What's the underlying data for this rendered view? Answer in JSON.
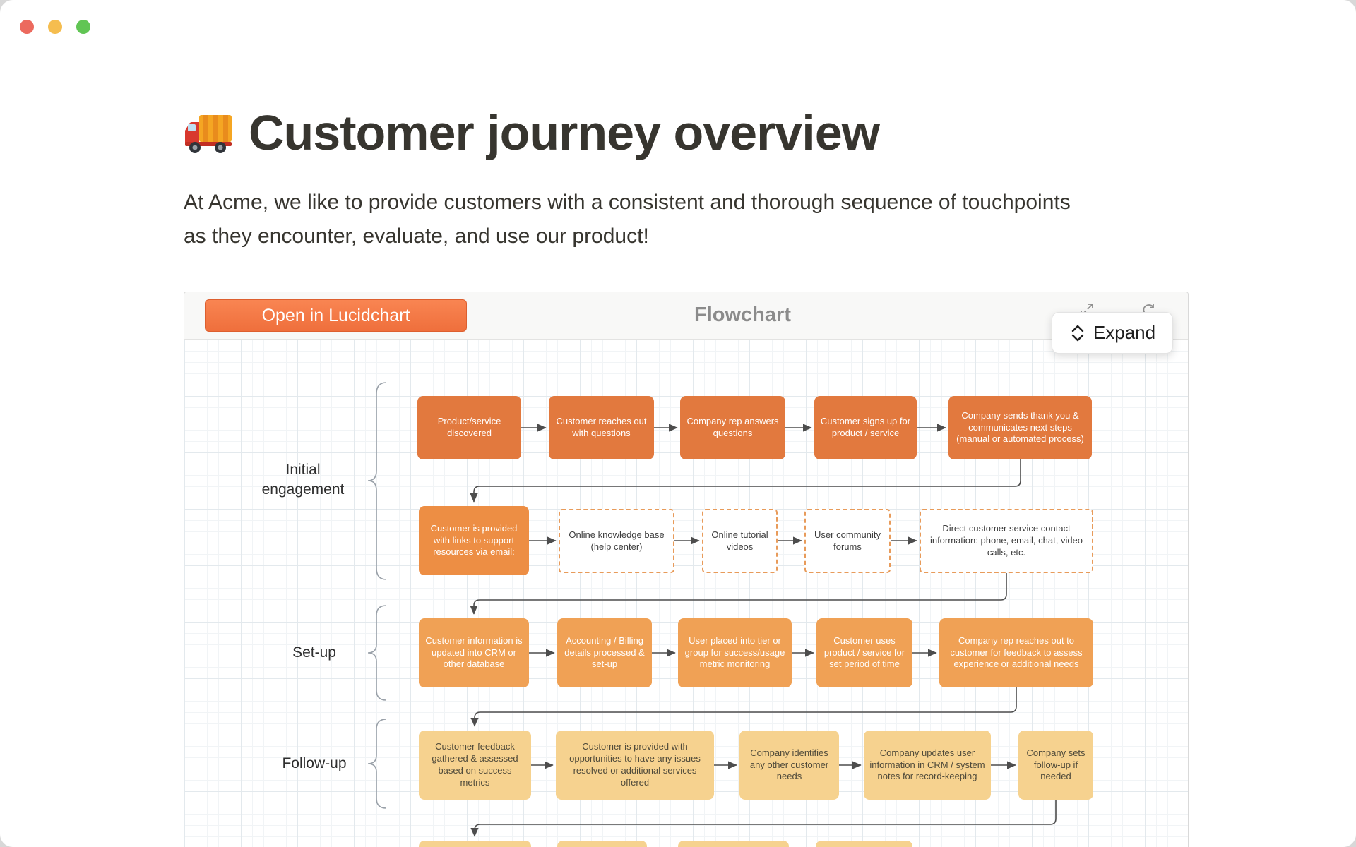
{
  "page": {
    "title": "Customer journey overview",
    "title_emoji": "🚚",
    "intro_lines": [
      "At Acme, we like to provide customers with a consistent and thorough sequence of touchpoints",
      "as they encounter, evaluate, and use our product!"
    ]
  },
  "embed": {
    "provider_button": "Open in Lucidchart",
    "title": "Flowchart",
    "expand_label": "Expand"
  },
  "flowchart": {
    "lanes": [
      "Initial engagement",
      "Set-up",
      "Follow-up"
    ],
    "rows": [
      {
        "boxes": [
          "Product/service discovered",
          "Customer reaches out with questions",
          "Company rep answers questions",
          "Customer signs up for product / service",
          "Company sends thank you & communicates next steps (manual or automated process)"
        ]
      },
      {
        "boxes": [
          "Customer is provided with links to support resources via email:",
          "Online knowledge base (help center)",
          "Online tutorial videos",
          "User community forums",
          "Direct customer service contact information: phone, email, chat, video calls, etc."
        ]
      },
      {
        "boxes": [
          "Customer information is updated into CRM or other database",
          "Accounting / Billing details processed & set-up",
          "User placed into tier or group for success/usage metric monitoring",
          "Customer uses product / service for set period of time",
          "Company rep reaches out to customer for feedback to assess experience or additional needs"
        ]
      },
      {
        "boxes": [
          "Customer feedback gathered & assessed based on success metrics",
          "Customer is provided with opportunities to have any issues resolved or additional services offered",
          "Company identifies any other customer needs",
          "Company updates user information in CRM / system notes for record-keeping",
          "Company sets follow-up if needed"
        ]
      }
    ]
  },
  "colors": {
    "lucid_button_orange": "#EF6F3C",
    "row1_fill": "#E2793E",
    "row2_solid_fill": "#ED8E44",
    "row3_fill": "#F0A155",
    "row4_fill": "#F6D28F",
    "dashed_border": "#E89B5A",
    "connector": "#4d4d4d"
  }
}
